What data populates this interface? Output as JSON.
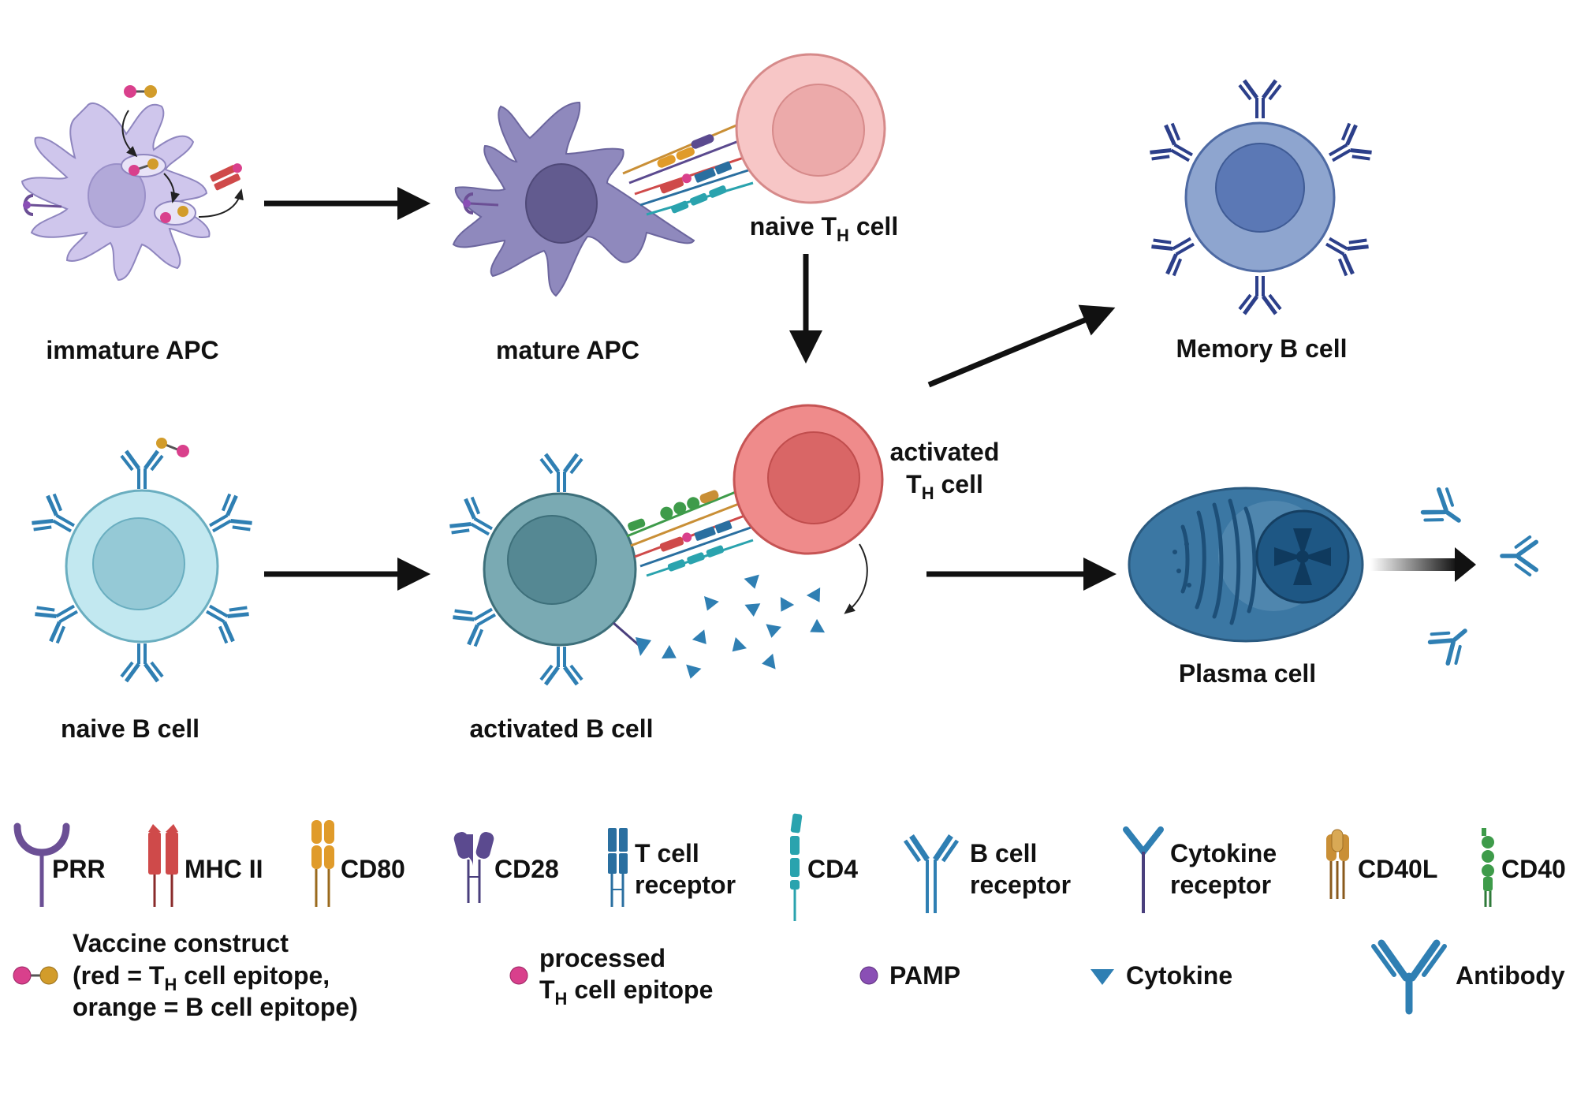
{
  "colors": {
    "apc_immature": "#cfc6ec",
    "apc_mature": "#8f89bd",
    "th_naive": "#f7c6c6",
    "th_activated": "#ef8b8b",
    "b_naive": "#c2e8f0",
    "b_activated": "#7aaab3",
    "memory": "#8ea5cf",
    "plasma": "#3b77a3",
    "receptor_blue": "#2f7fb3",
    "antibody_navy": "#2c3f8a",
    "pink": "#d9408c",
    "orange": "#d29c2b",
    "mhc_red": "#cf4a4a",
    "cd80": "#e09b2a",
    "cd28": "#5b4a8f",
    "tcr": "#2a6fa0",
    "cd4": "#2aa3ae",
    "cd40l": "#c98f36",
    "cd40": "#3e9b4a",
    "prr": "#6b4f95",
    "pamp": "#8a4fb5",
    "arrow": "#111111"
  },
  "cells": {
    "immature_apc": "immature APC",
    "mature_apc": "mature APC",
    "naive_th_main": "naive T",
    "naive_th_sub": "H",
    "naive_th_tail": " cell",
    "memory_b": "Memory B cell",
    "naive_b": "naive B cell",
    "activated_b": "activated B cell",
    "activated_th_line1": "activated",
    "activated_th_main": "T",
    "activated_th_sub": "H",
    "activated_th_tail": " cell",
    "plasma": "Plasma cell"
  },
  "legend": {
    "prr": "PRR",
    "mhc2": "MHC II",
    "cd80": "CD80",
    "cd28": "CD28",
    "tcr_line1": "T cell",
    "tcr_line2": "receptor",
    "cd4": "CD4",
    "bcr_line1": "B cell",
    "bcr_line2": "receptor",
    "cytokine_receptor_line1": "Cytokine",
    "cytokine_receptor_line2": "receptor",
    "cd40l": "CD40L",
    "cd40": "CD40",
    "vaccine_line1": "Vaccine construct",
    "vaccine_line2_a": "(red = T",
    "vaccine_line2_sub": "H",
    "vaccine_line2_b": " cell epitope,",
    "vaccine_line3": "orange = B cell epitope)",
    "processed_line1": "processed",
    "processed_line2_a": "T",
    "processed_line2_sub": "H",
    "processed_line2_b": " cell epitope",
    "pamp": "PAMP",
    "cytokine": "Cytokine",
    "antibody": "Antibody"
  }
}
